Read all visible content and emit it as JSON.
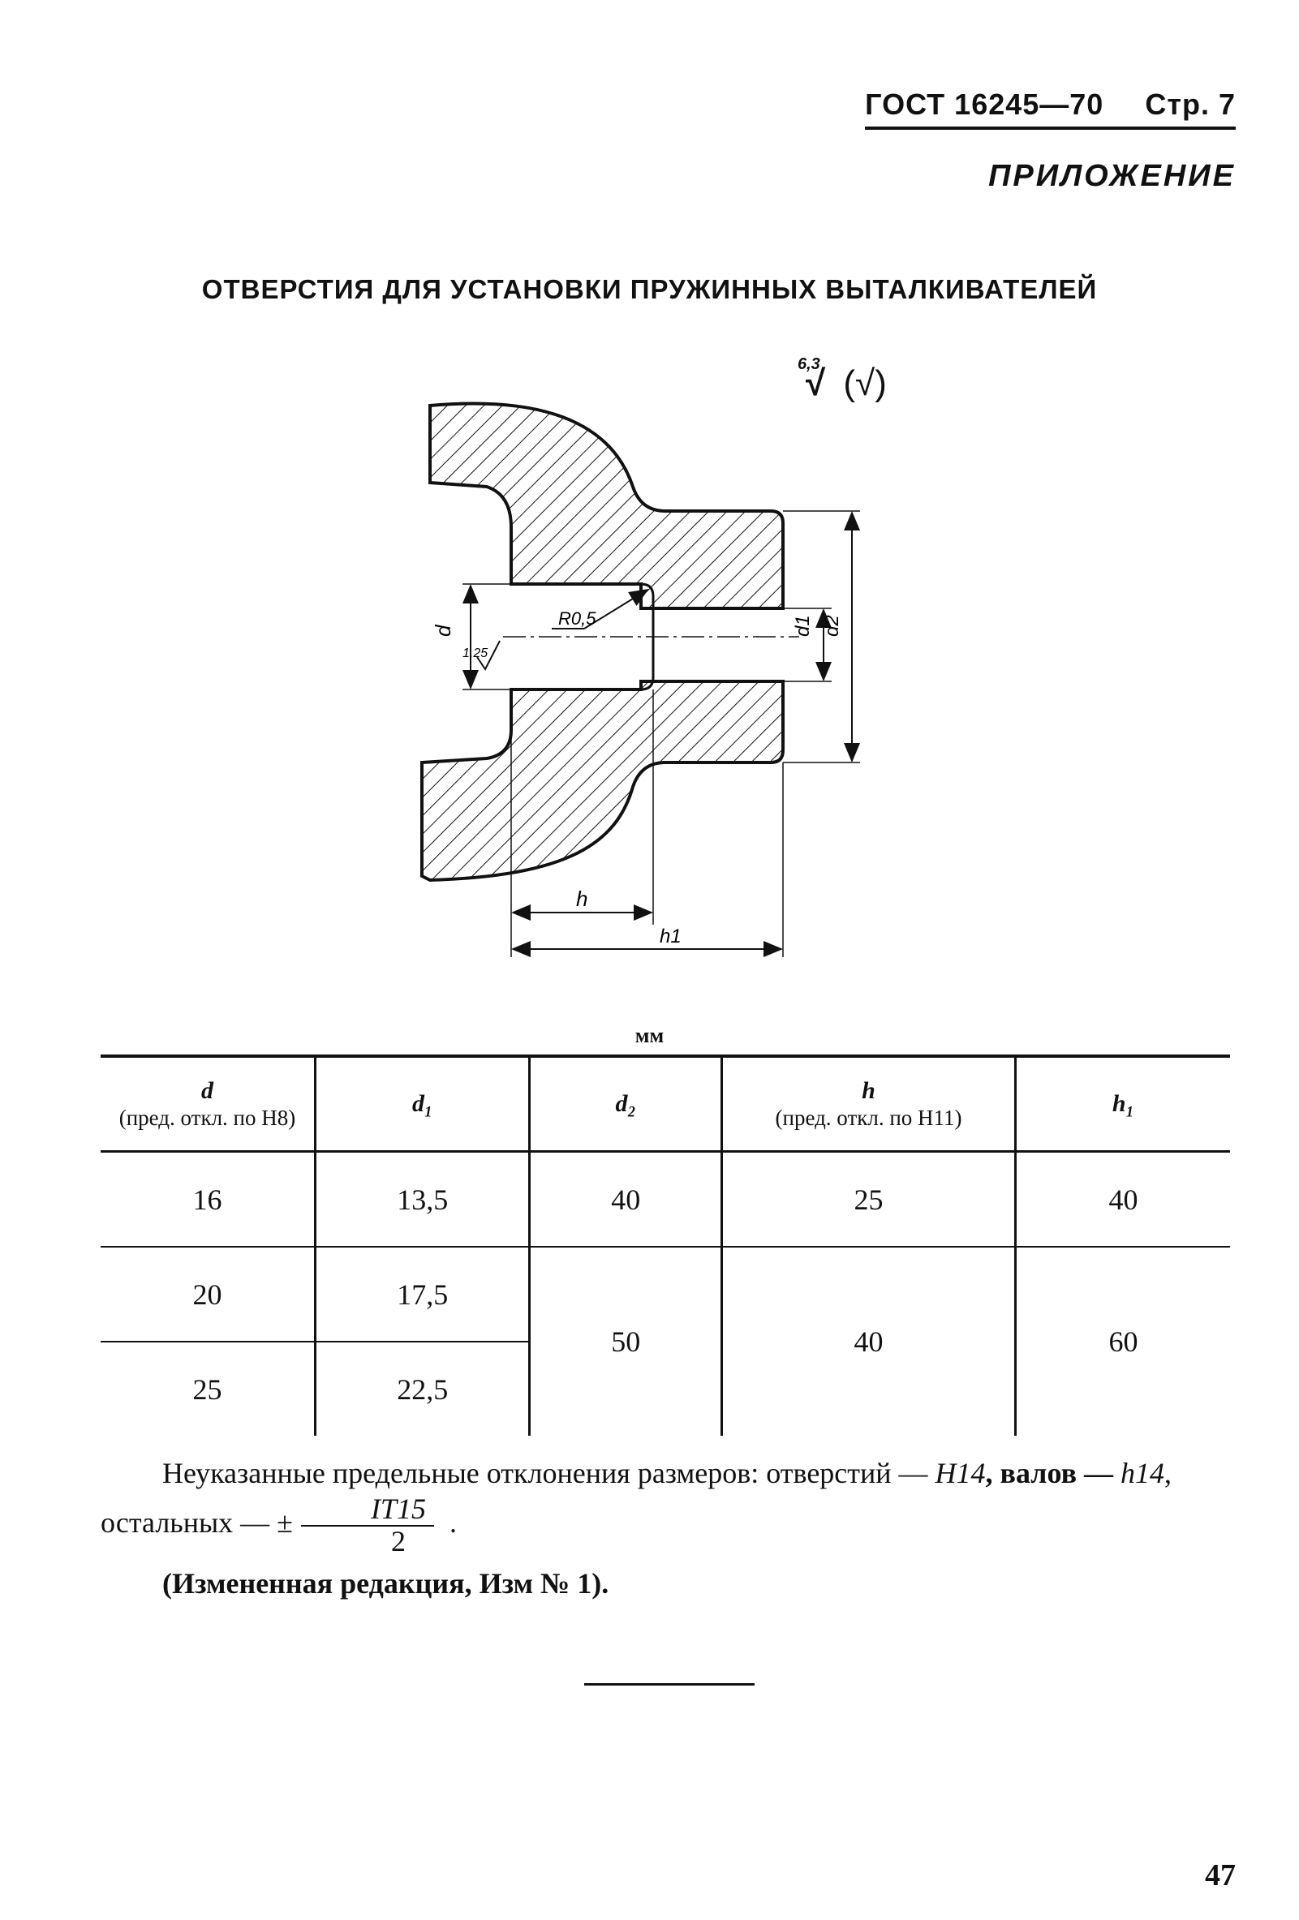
{
  "header": {
    "standard": "ГОСТ 16245—70",
    "page": "Стр. 7"
  },
  "annex": "ПРИЛОЖЕНИЕ",
  "title": "ОТВЕРСТИЯ ДЛЯ УСТАНОВКИ ПРУЖИННЫХ ВЫТАЛКИВАТЕЛЕЙ",
  "roughness_general": {
    "value": "6,3",
    "paren": "(√)"
  },
  "drawing": {
    "labels": {
      "d": "d",
      "d1": "d1",
      "d2": "d2",
      "h": "h",
      "h1": "h1",
      "radius": "R0,5",
      "roughness_bore": "1,25"
    }
  },
  "units": "мм",
  "table": {
    "headers": [
      {
        "symbol": "d",
        "caption": "(пред. откл. по H8)"
      },
      {
        "symbol": "d₁",
        "caption": ""
      },
      {
        "symbol": "d₂",
        "caption": ""
      },
      {
        "symbol": "h",
        "caption": "(пред. откл. по H11)"
      },
      {
        "symbol": "h₁",
        "caption": ""
      }
    ],
    "rows": [
      {
        "d": "16",
        "d1": "13,5",
        "d2": "40",
        "h": "25",
        "h1": "40"
      },
      {
        "d": "20",
        "d1": "17,5"
      },
      {
        "d": "25",
        "d1": "22,5"
      }
    ],
    "merged": {
      "d2": "50",
      "h": "40",
      "h1": "60"
    }
  },
  "note": {
    "text_a": "Неуказанные предельные отклонения размеров: отверстий — ",
    "hole_tol": "H14",
    "text_b": ", валов —",
    "shaft_tol": "h14",
    "text_c": ", остальных — ±",
    "frac_num": "IT15",
    "frac_den": "2",
    "text_d": " .",
    "revision": "(Измененная редакция, Изм № 1)."
  },
  "page_number": "47"
}
